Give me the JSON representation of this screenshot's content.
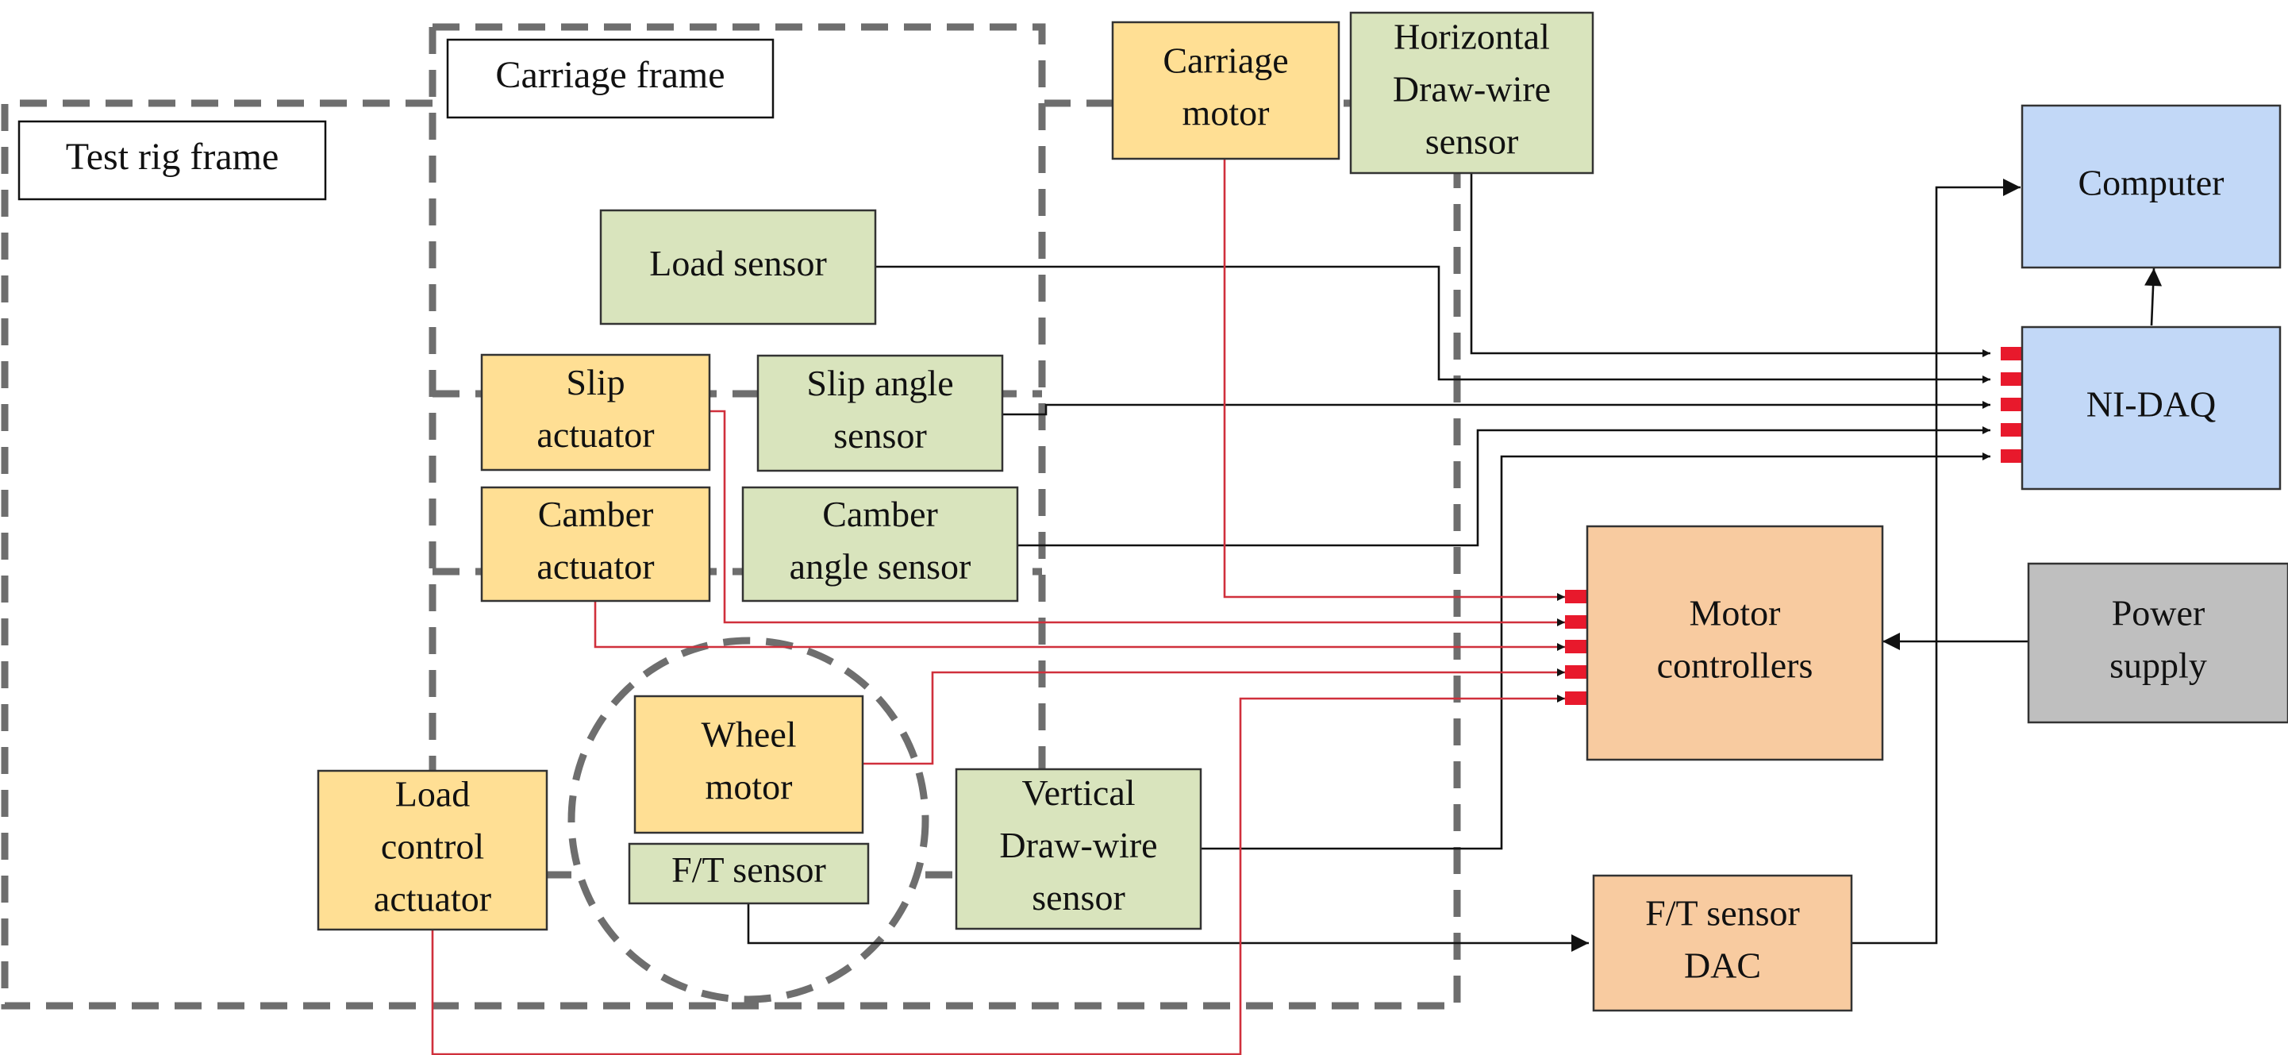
{
  "colors": {
    "actuator": "#ffdf94",
    "sensor": "#d9e4bd",
    "computing": "#c2d8f7",
    "controller": "#f8cba0",
    "power": "#bfbfbf",
    "frame_line": "#6e6e6e",
    "signal_wire": "#111111",
    "power_wire": "#d0303c",
    "port": "#e8192c"
  },
  "frames": {
    "test_rig": "Test rig frame",
    "carriage": "Carriage frame"
  },
  "blocks": {
    "carriage_motor": [
      "Carriage",
      "motor"
    ],
    "horizontal_drawwire": [
      "Horizontal",
      "Draw-wire",
      "sensor"
    ],
    "load_sensor": [
      "Load sensor"
    ],
    "slip_actuator": [
      "Slip",
      "actuator"
    ],
    "slip_angle_sensor": [
      "Slip angle",
      "sensor"
    ],
    "camber_actuator": [
      "Camber",
      "actuator"
    ],
    "camber_angle_sensor": [
      "Camber",
      "angle sensor"
    ],
    "wheel_motor": [
      "Wheel",
      "motor"
    ],
    "ft_sensor": [
      "F/T sensor"
    ],
    "load_control_actuator": [
      "Load",
      "control",
      "actuator"
    ],
    "vertical_drawwire": [
      "Vertical",
      "Draw-wire",
      "sensor"
    ],
    "computer": [
      "Computer"
    ],
    "ni_daq": [
      "NI-DAQ"
    ],
    "motor_controllers": [
      "Motor",
      "controllers"
    ],
    "power_supply": [
      "Power",
      "supply"
    ],
    "ft_sensor_dac": [
      "F/T sensor",
      "DAC"
    ]
  }
}
